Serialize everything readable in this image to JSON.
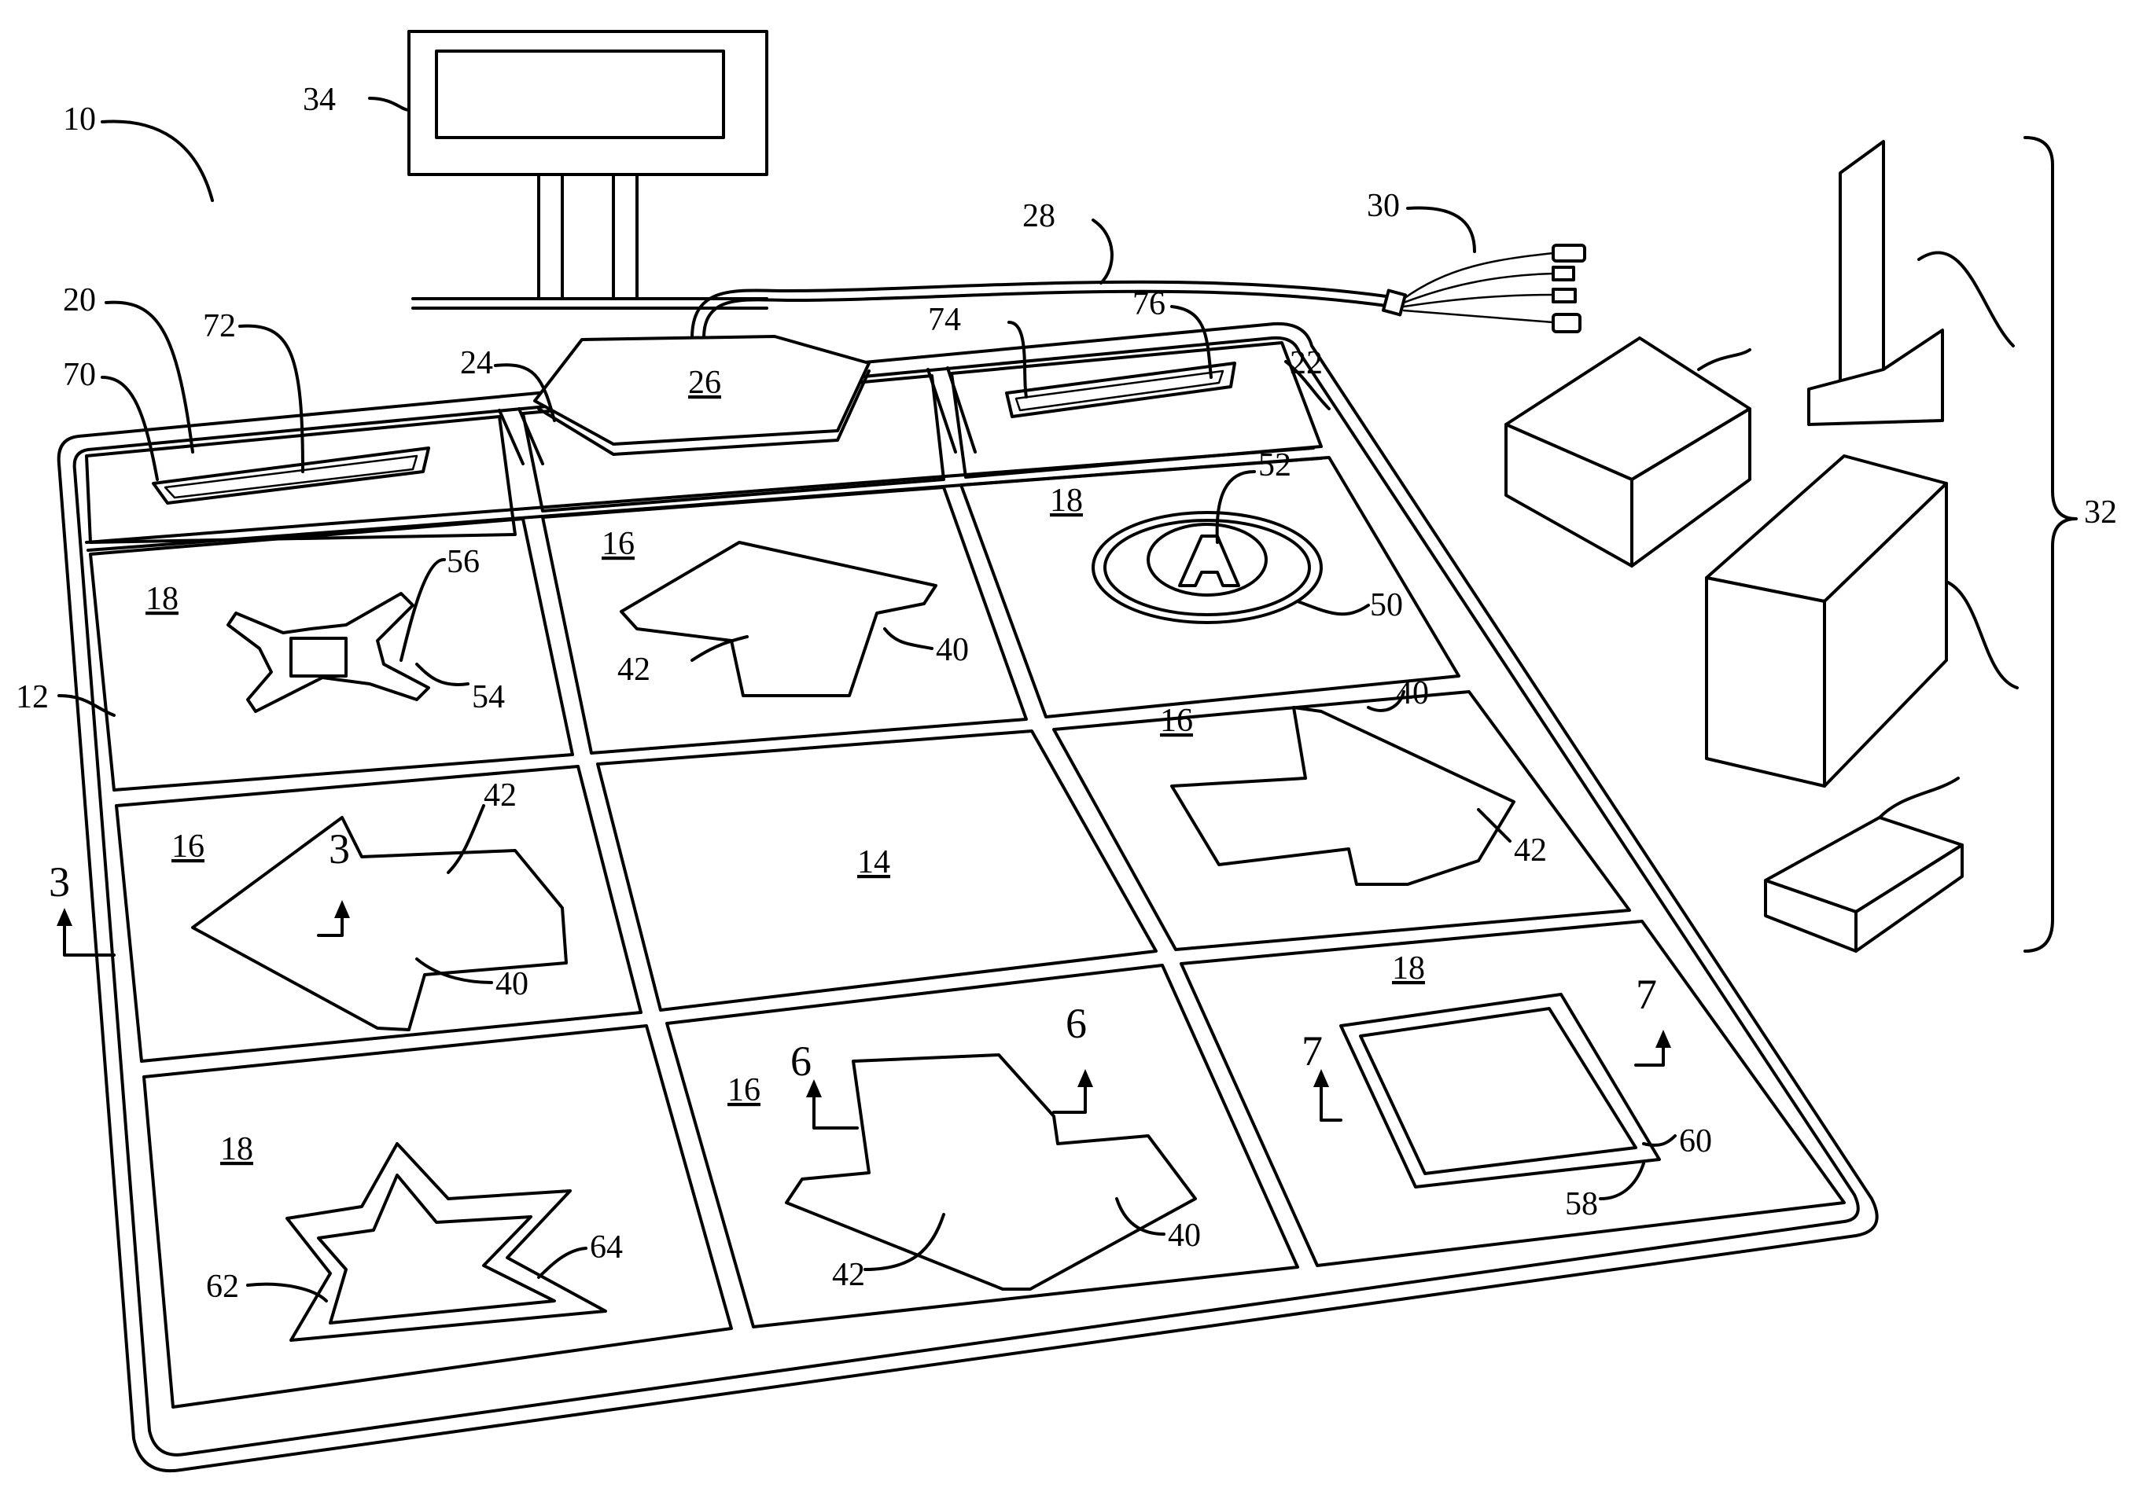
{
  "figure": {
    "labels": {
      "ref_10": "10",
      "ref_34": "34",
      "ref_28": "28",
      "ref_30": "30",
      "ref_20": "20",
      "ref_72": "72",
      "ref_70": "70",
      "ref_24": "24",
      "ref_26": "26",
      "ref_74": "74",
      "ref_76": "76",
      "ref_22": "22",
      "ref_32": "32",
      "ref_18_a": "18",
      "ref_56": "56",
      "ref_54": "54",
      "ref_12": "12",
      "ref_16_a": "16",
      "ref_42_a": "42",
      "ref_40_a": "40",
      "ref_18_b": "18",
      "ref_52": "52",
      "ref_50": "50",
      "ref_16_b": "16",
      "ref_42_b": "42",
      "ref_3_a": "3",
      "ref_3_b": "3",
      "ref_40_b": "40",
      "ref_14": "14",
      "ref_16_c": "16",
      "ref_40_c": "40",
      "ref_42_c": "42",
      "ref_18_c": "18",
      "ref_7_a": "7",
      "ref_7_b": "7",
      "ref_60": "60",
      "ref_58": "58",
      "ref_18_d": "18",
      "ref_62": "62",
      "ref_64": "64",
      "ref_16_d": "16",
      "ref_6_a": "6",
      "ref_6_b": "6",
      "ref_42_d": "42",
      "ref_40_d": "40"
    }
  }
}
